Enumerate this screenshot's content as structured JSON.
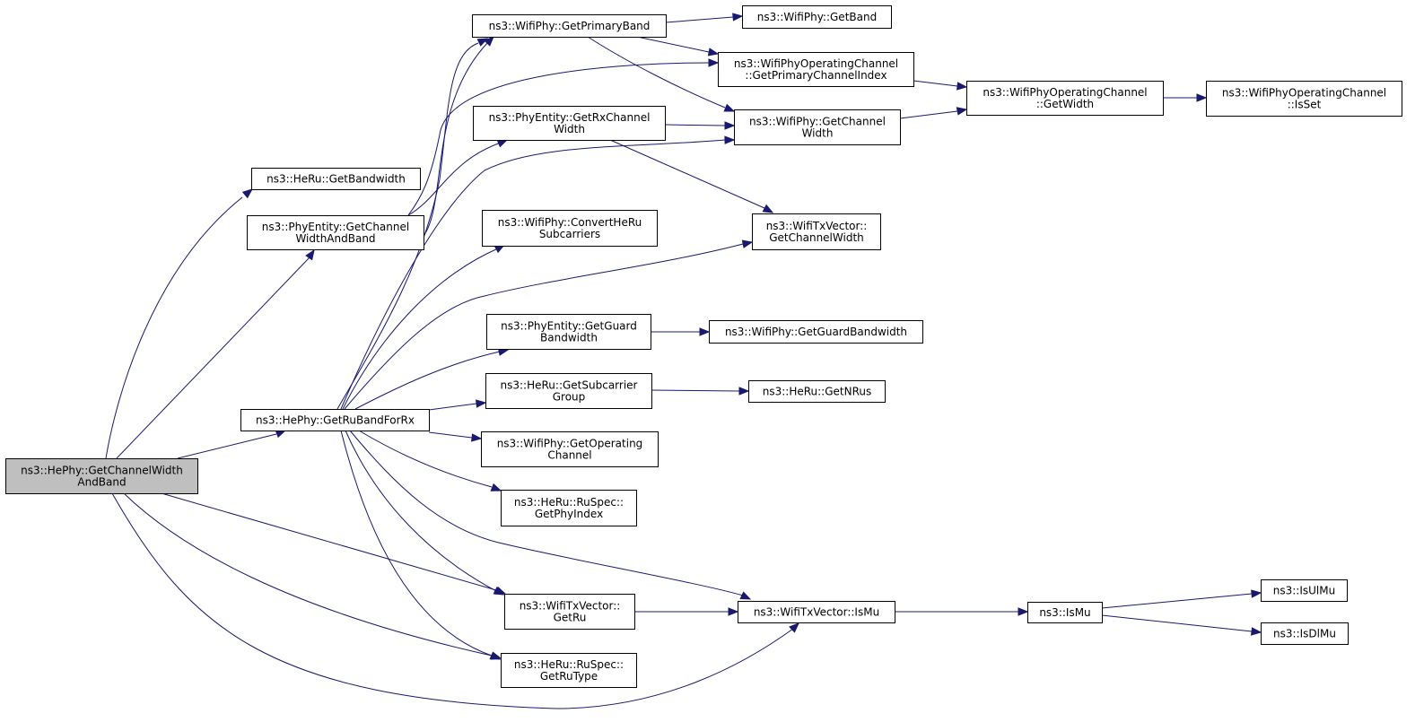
{
  "diagram": {
    "root": "hephy-getchannelwidthandband",
    "nodes": [
      {
        "id": "hephy-getchannelwidthandband",
        "lines": [
          "ns3::HePhy::GetChannelWidth",
          "AndBand"
        ],
        "root": true
      },
      {
        "id": "heru-getbandwidth",
        "lines": [
          "ns3::HeRu::GetBandwidth"
        ]
      },
      {
        "id": "phyentity-getchannelwidthandband",
        "lines": [
          "ns3::PhyEntity::GetChannel",
          "WidthAndBand"
        ]
      },
      {
        "id": "hephy-getrubandforrx",
        "lines": [
          "ns3::HePhy::GetRuBandForRx"
        ]
      },
      {
        "id": "wifitxvector-getru",
        "lines": [
          "ns3::WifiTxVector::",
          "GetRu"
        ]
      },
      {
        "id": "heru-ruspec-getrutype",
        "lines": [
          "ns3::HeRu::RuSpec::",
          "GetRuType"
        ]
      },
      {
        "id": "wifitxvector-ismu",
        "lines": [
          "ns3::WifiTxVector::IsMu"
        ]
      },
      {
        "id": "wifiphy-getprimaryband",
        "lines": [
          "ns3::WifiPhy::GetPrimaryBand"
        ]
      },
      {
        "id": "phyentity-getrxchannelwidth",
        "lines": [
          "ns3::PhyEntity::GetRxChannel",
          "Width"
        ]
      },
      {
        "id": "wifiphy-getband",
        "lines": [
          "ns3::WifiPhy::GetBand"
        ]
      },
      {
        "id": "wifiphyoperatingchannel-getprimarychannelindex",
        "lines": [
          "ns3::WifiPhyOperatingChannel",
          "::GetPrimaryChannelIndex"
        ]
      },
      {
        "id": "wifiphy-getchannelwidth",
        "lines": [
          "ns3::WifiPhy::GetChannel",
          "Width"
        ]
      },
      {
        "id": "wifiphyoperatingchannel-getwidth",
        "lines": [
          "ns3::WifiPhyOperatingChannel",
          "::GetWidth"
        ]
      },
      {
        "id": "wifiphyoperatingchannel-isset",
        "lines": [
          "ns3::WifiPhyOperatingChannel",
          "::IsSet"
        ]
      },
      {
        "id": "wifitxvector-getchannelwidth",
        "lines": [
          "ns3::WifiTxVector::",
          "GetChannelWidth"
        ]
      },
      {
        "id": "wifiphy-convertherusubcarriers",
        "lines": [
          "ns3::WifiPhy::ConvertHeRu",
          "Subcarriers"
        ]
      },
      {
        "id": "phyentity-getguardbandwidth",
        "lines": [
          "ns3::PhyEntity::GetGuard",
          "Bandwidth"
        ]
      },
      {
        "id": "wifiphy-getguardbandwidth",
        "lines": [
          "ns3::WifiPhy::GetGuardBandwidth"
        ]
      },
      {
        "id": "heru-getsubcarriergroup",
        "lines": [
          "ns3::HeRu::GetSubcarrier",
          "Group"
        ]
      },
      {
        "id": "heru-getnrus",
        "lines": [
          "ns3::HeRu::GetNRus"
        ]
      },
      {
        "id": "wifiphy-getoperatingchannel",
        "lines": [
          "ns3::WifiPhy::GetOperating",
          "Channel"
        ]
      },
      {
        "id": "heru-ruspec-getphyindex",
        "lines": [
          "ns3::HeRu::RuSpec::",
          "GetPhyIndex"
        ]
      },
      {
        "id": "ismu",
        "lines": [
          "ns3::IsMu"
        ]
      },
      {
        "id": "isulmu",
        "lines": [
          "ns3::IsUlMu"
        ]
      },
      {
        "id": "isdlmu",
        "lines": [
          "ns3::IsDlMu"
        ]
      }
    ],
    "edges": [
      {
        "from": "hephy-getchannelwidthandband",
        "to": "heru-getbandwidth"
      },
      {
        "from": "hephy-getchannelwidthandband",
        "to": "phyentity-getchannelwidthandband"
      },
      {
        "from": "hephy-getchannelwidthandband",
        "to": "hephy-getrubandforrx"
      },
      {
        "from": "hephy-getchannelwidthandband",
        "to": "wifitxvector-getru"
      },
      {
        "from": "hephy-getchannelwidthandband",
        "to": "heru-ruspec-getrutype"
      },
      {
        "from": "hephy-getchannelwidthandband",
        "to": "wifitxvector-ismu"
      },
      {
        "from": "phyentity-getchannelwidthandband",
        "to": "wifiphy-getprimaryband"
      },
      {
        "from": "phyentity-getchannelwidthandband",
        "to": "phyentity-getrxchannelwidth"
      },
      {
        "from": "phyentity-getchannelwidthandband",
        "to": "wifiphyoperatingchannel-getprimarychannelindex"
      },
      {
        "from": "wifiphy-getprimaryband",
        "to": "wifiphy-getband"
      },
      {
        "from": "wifiphy-getprimaryband",
        "to": "wifiphyoperatingchannel-getprimarychannelindex"
      },
      {
        "from": "wifiphy-getprimaryband",
        "to": "wifiphy-getchannelwidth"
      },
      {
        "from": "wifiphyoperatingchannel-getprimarychannelindex",
        "to": "wifiphyoperatingchannel-getwidth"
      },
      {
        "from": "wifiphy-getchannelwidth",
        "to": "wifiphyoperatingchannel-getwidth"
      },
      {
        "from": "wifiphyoperatingchannel-getwidth",
        "to": "wifiphyoperatingchannel-isset"
      },
      {
        "from": "phyentity-getrxchannelwidth",
        "to": "wifiphy-getchannelwidth"
      },
      {
        "from": "phyentity-getrxchannelwidth",
        "to": "wifitxvector-getchannelwidth"
      },
      {
        "from": "hephy-getrubandforrx",
        "to": "wifiphy-getchannelwidth"
      },
      {
        "from": "hephy-getrubandforrx",
        "to": "wifiphy-convertherusubcarriers"
      },
      {
        "from": "hephy-getrubandforrx",
        "to": "wifitxvector-getchannelwidth"
      },
      {
        "from": "hephy-getrubandforrx",
        "to": "phyentity-getguardbandwidth"
      },
      {
        "from": "hephy-getrubandforrx",
        "to": "heru-getsubcarriergroup"
      },
      {
        "from": "hephy-getrubandforrx",
        "to": "wifiphy-getoperatingchannel"
      },
      {
        "from": "hephy-getrubandforrx",
        "to": "heru-ruspec-getphyindex"
      },
      {
        "from": "hephy-getrubandforrx",
        "to": "wifitxvector-getru"
      },
      {
        "from": "hephy-getrubandforrx",
        "to": "heru-ruspec-getrutype"
      },
      {
        "from": "hephy-getrubandforrx",
        "to": "wifitxvector-ismu"
      },
      {
        "from": "hephy-getrubandforrx",
        "to": "wifiphy-getprimaryband"
      },
      {
        "from": "phyentity-getguardbandwidth",
        "to": "wifiphy-getguardbandwidth"
      },
      {
        "from": "heru-getsubcarriergroup",
        "to": "heru-getnrus"
      },
      {
        "from": "wifitxvector-getru",
        "to": "wifitxvector-ismu"
      },
      {
        "from": "wifitxvector-ismu",
        "to": "ismu"
      },
      {
        "from": "ismu",
        "to": "isulmu"
      },
      {
        "from": "ismu",
        "to": "isdlmu"
      }
    ]
  },
  "colors": {
    "edge": "#191970",
    "root_fill": "#bfbfbf",
    "node_fill": "#ffffff",
    "node_border": "#000000"
  }
}
